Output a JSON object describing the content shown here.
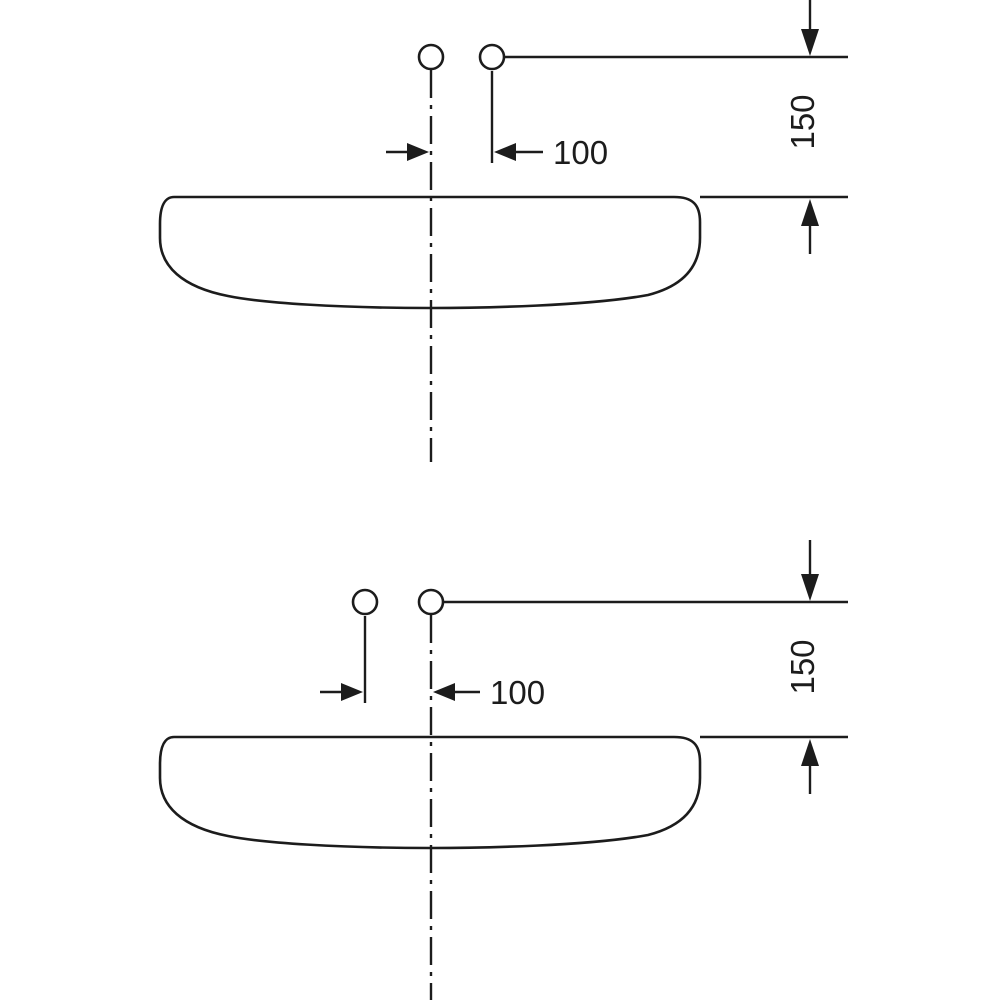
{
  "page": {
    "background_color": "#ffffff",
    "line_color": "#1c1c1c",
    "description_labels": {
      "hole_offset": "100",
      "rim_to_hole_height": "150"
    }
  },
  "figures": [
    {
      "name": "top-installation-view",
      "dim_offset": "100",
      "dim_height": "150"
    },
    {
      "name": "bottom-installation-view",
      "dim_offset": "100",
      "dim_height": "150"
    }
  ]
}
